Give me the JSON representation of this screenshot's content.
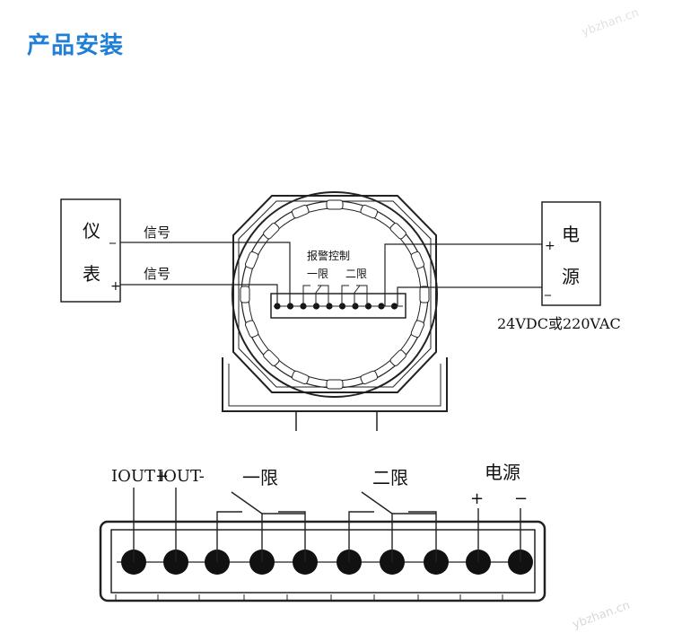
{
  "title": "产品安装",
  "colors": {
    "title": "#1f7fd6",
    "line": "#222222",
    "terminal": "#111111"
  },
  "top_diagram": {
    "instrument": {
      "char1": "仪",
      "char2": "表",
      "minus": "_",
      "plus": "+"
    },
    "signal_label_1": "信号",
    "signal_label_2": "信号",
    "alarm_control": "报警控制",
    "limit_1": "一限",
    "limit_2": "二限",
    "power": {
      "char1": "电",
      "char2": "源",
      "plus": "+",
      "minus": "_"
    },
    "supply_text": "24VDC或220VAC"
  },
  "bottom_diagram": {
    "iout_plus": "IOUT+",
    "iout_minus": "IOUT-",
    "limit_1": "一限",
    "limit_2": "二限",
    "power": "电源",
    "plus": "+",
    "minus": "−"
  },
  "watermark": "ybzhan.cn"
}
